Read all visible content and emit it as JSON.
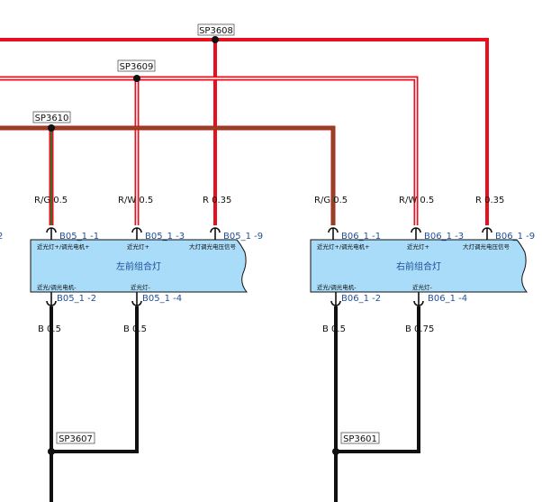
{
  "splices": {
    "sp3608": "SP3608",
    "sp3609": "SP3609",
    "sp3610": "SP3610",
    "sp3607": "SP3607",
    "sp3601": "SP3601"
  },
  "wires": {
    "left_rg": "R/G 0.5",
    "left_rw": "R/W 0.5",
    "left_r": "R 0.35",
    "right_rg": "R/G 0.5",
    "right_rw": "R/W 0.5",
    "right_r": "R 0.35",
    "left_b1": "B 0.5",
    "left_b2": "B 0.5",
    "right_b1": "B 0.5",
    "right_b2": "B 0.75"
  },
  "components": {
    "left": {
      "name": "左前组合灯",
      "pins": {
        "p1": "B05_1 -1",
        "p3": "B05_1 -3",
        "p9": "B05_1 -9",
        "p2": "B05_1 -2",
        "p4": "B05_1 -4"
      },
      "descs": {
        "d1": "近光灯+/调光电机+",
        "d3": "近光灯+",
        "d9": "大灯调光电压信号",
        "d2": "近光/调光电机-",
        "d4": "近光灯-"
      }
    },
    "right": {
      "name": "右前组合灯",
      "pins": {
        "p1": "B06_1 -1",
        "p3": "B06_1 -3",
        "p9": "B06_1 -9",
        "p2": "B06_1 -2",
        "p4": "B06_1 -4"
      },
      "descs": {
        "d1": "近光灯+/调光电机+",
        "d3": "近光灯+",
        "d9": "大灯调光电压信号",
        "d2": "近光/调光电机-",
        "d4": "近光灯-"
      }
    }
  },
  "edge_fragment": "2",
  "colors": {
    "red": "#e8101e",
    "green": "#2a7a2a",
    "black": "#111111",
    "component_fill": "#a8dcf8",
    "pin_label": "#1f4e9a"
  }
}
